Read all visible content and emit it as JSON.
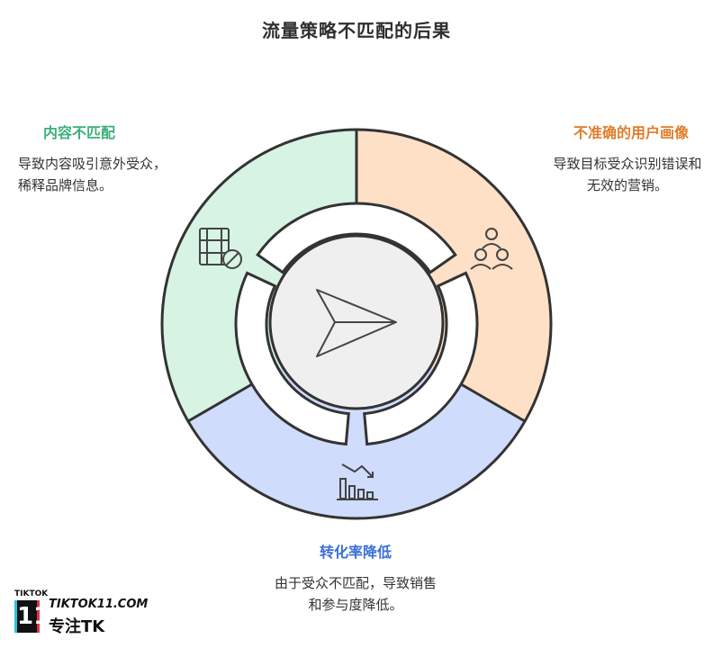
{
  "title": "流量策略不匹配的后果",
  "sections": {
    "left": {
      "title": "内容不匹配",
      "desc": "导致内容吸引意外受众，稀释品牌信息。",
      "color": "#3bb07a",
      "fill": "#d7f3e4",
      "icon": "film-no-icon"
    },
    "right": {
      "title": "不准确的用户画像",
      "desc": "导致目标受众识别错误和无效的营销。",
      "color": "#e07d2a",
      "fill": "#fde0c6",
      "icon": "users-icon"
    },
    "bottom": {
      "title": "转化率降低",
      "desc": "由于受众不匹配，导致销售和参与度降低。",
      "color": "#3b6fd8",
      "fill": "#cfdcfb",
      "icon": "chart-down-icon"
    }
  },
  "center_icon": "paper-plane-icon",
  "logo": {
    "small": "TIKTOK",
    "number": "11",
    "url": "TIKTOK11.COM",
    "brand": "专注TK"
  }
}
